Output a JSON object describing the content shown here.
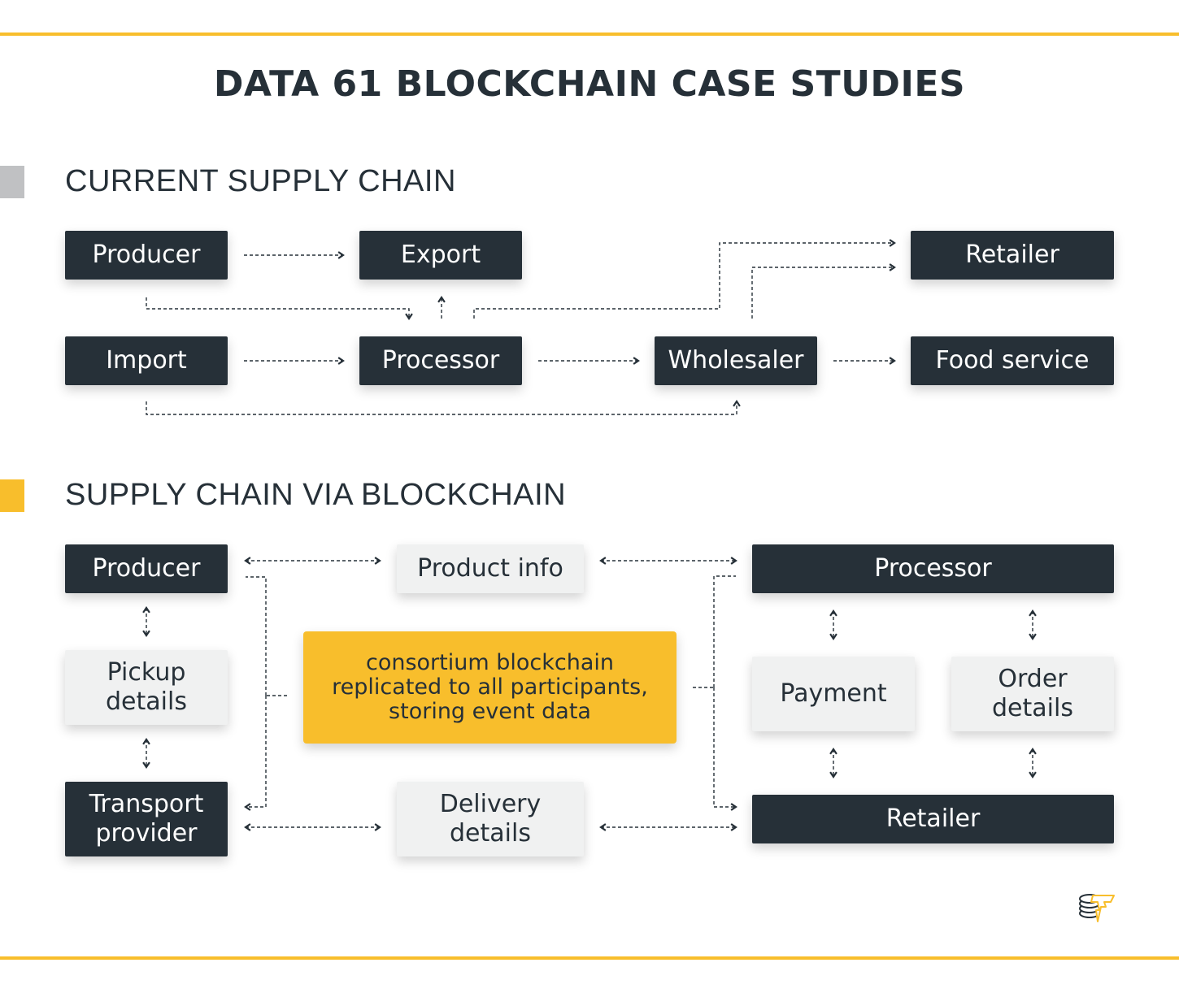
{
  "page": {
    "title": "DATA 61 BLOCKCHAIN CASE STUDIES",
    "accent_color": "#f8be2c",
    "dark_color": "#263038",
    "light_box_color": "#f0f1f1"
  },
  "current": {
    "heading": "CURRENT SUPPLY  CHAIN",
    "marker_color": "#c0c1c3",
    "nodes": {
      "producer": "Producer",
      "export": "Export",
      "retailer": "Retailer",
      "import": "Import",
      "processor": "Processor",
      "wholesaler": "Wholesaler",
      "food_service": "Food service"
    },
    "edges": [
      {
        "from": "Producer",
        "to": "Export"
      },
      {
        "from": "Producer",
        "to": "Processor"
      },
      {
        "from": "Processor",
        "to": "Export"
      },
      {
        "from": "Processor",
        "to": "Retailer"
      },
      {
        "from": "Wholesaler",
        "to": "Retailer"
      },
      {
        "from": "Import",
        "to": "Processor"
      },
      {
        "from": "Processor",
        "to": "Wholesaler"
      },
      {
        "from": "Wholesaler",
        "to": "Food service"
      },
      {
        "from": "Import",
        "to": "Wholesaler"
      }
    ]
  },
  "blockchain": {
    "heading": "SUPPLY CHAIN VIA BLOCKCHAIN",
    "marker_color": "#f8be2c",
    "nodes": {
      "producer": "Producer",
      "product_info": "Product info",
      "processor": "Processor",
      "pickup_line1": "Pickup",
      "pickup_line2": "details",
      "ledger_line1": "consortium blockchain",
      "ledger_line2": "replicated to all participants,",
      "ledger_line3": "storing event data",
      "payment": "Payment",
      "order_line1": "Order",
      "order_line2": "details",
      "transport_line1": "Transport",
      "transport_line2": "provider",
      "delivery_line1": "Delivery",
      "delivery_line2": "details",
      "retailer": "Retailer"
    },
    "edges": [
      {
        "from": "Producer",
        "to": "Product info",
        "bidirectional": true
      },
      {
        "from": "Product info",
        "to": "Processor",
        "bidirectional": true
      },
      {
        "from": "Producer",
        "to": "Pickup details",
        "bidirectional": true
      },
      {
        "from": "Pickup details",
        "to": "Transport provider",
        "bidirectional": true
      },
      {
        "from": "Transport provider",
        "to": "Delivery details",
        "bidirectional": true
      },
      {
        "from": "Delivery details",
        "to": "Retailer",
        "bidirectional": true
      },
      {
        "from": "Processor",
        "to": "Payment",
        "bidirectional": true
      },
      {
        "from": "Processor",
        "to": "Order details",
        "bidirectional": true
      },
      {
        "from": "Payment",
        "to": "Retailer",
        "bidirectional": true
      },
      {
        "from": "Order details",
        "to": "Retailer",
        "bidirectional": true
      },
      {
        "from": "consortium blockchain",
        "to": "Producer"
      },
      {
        "from": "consortium blockchain",
        "to": "Transport provider"
      },
      {
        "from": "consortium blockchain",
        "to": "Processor"
      },
      {
        "from": "consortium blockchain",
        "to": "Retailer"
      }
    ]
  },
  "logo": {
    "icon": "coin-stack-lightning-icon"
  }
}
